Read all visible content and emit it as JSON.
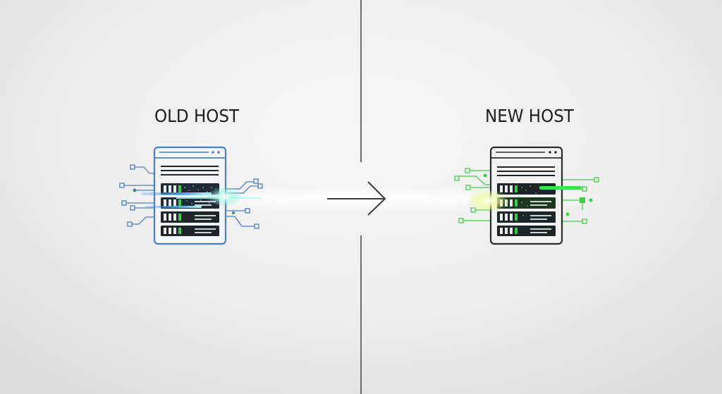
{
  "diagram": {
    "type": "migration-illustration",
    "left_panel": {
      "label": "OLD HOST",
      "accent_color": "#4a7fc1",
      "server_outline_color": "#4a7fc1"
    },
    "right_panel": {
      "label": "NEW HOST",
      "accent_color": "#3fcf4a",
      "server_outline_color": "#2b2b2b"
    },
    "connector": {
      "icon": "arrow-right-icon",
      "direction": "left-to-right"
    },
    "colors": {
      "background": "#eeeeee",
      "divider": "#6e6e6e",
      "rack_unit": "#1f2428",
      "led_green": "#3cc94a",
      "beam_cyan": "#7fe8e0",
      "text": "#1c1c1c"
    }
  }
}
